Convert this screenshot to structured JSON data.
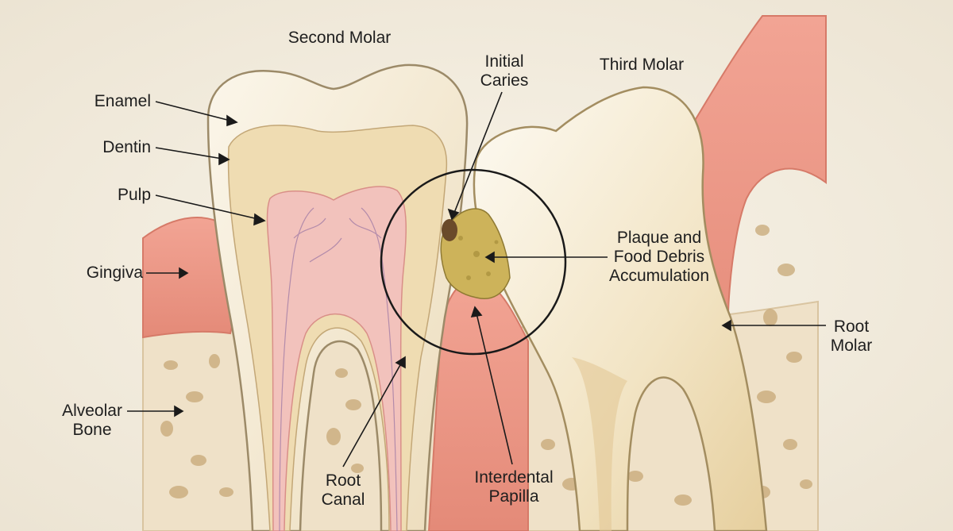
{
  "labels": {
    "second_molar": "Second Molar",
    "third_molar": "Third Molar",
    "initial_caries": [
      "Initial",
      "Caries"
    ],
    "enamel": "Enamel",
    "dentin": "Dentin",
    "pulp": "Pulp",
    "gingiva": "Gingiva",
    "alveolar_bone": [
      "Alveolar",
      "Bone"
    ],
    "root_canal": [
      "Root",
      "Canal"
    ],
    "interdental_papilla": [
      "Interdental",
      "Papilla"
    ],
    "plaque": [
      "Plaque and",
      "Food Debris",
      "Accumulation"
    ],
    "root_molar": [
      "Root",
      "Molar"
    ]
  },
  "colors": {
    "background": "#f4efe4",
    "enamel": "#f6efdc",
    "dentin": "#efdcb4",
    "pulp": "#f2c2bc",
    "gingiva": "#ec9a88",
    "bone": "#f0e3cc",
    "plaque": "#cdb35a"
  }
}
